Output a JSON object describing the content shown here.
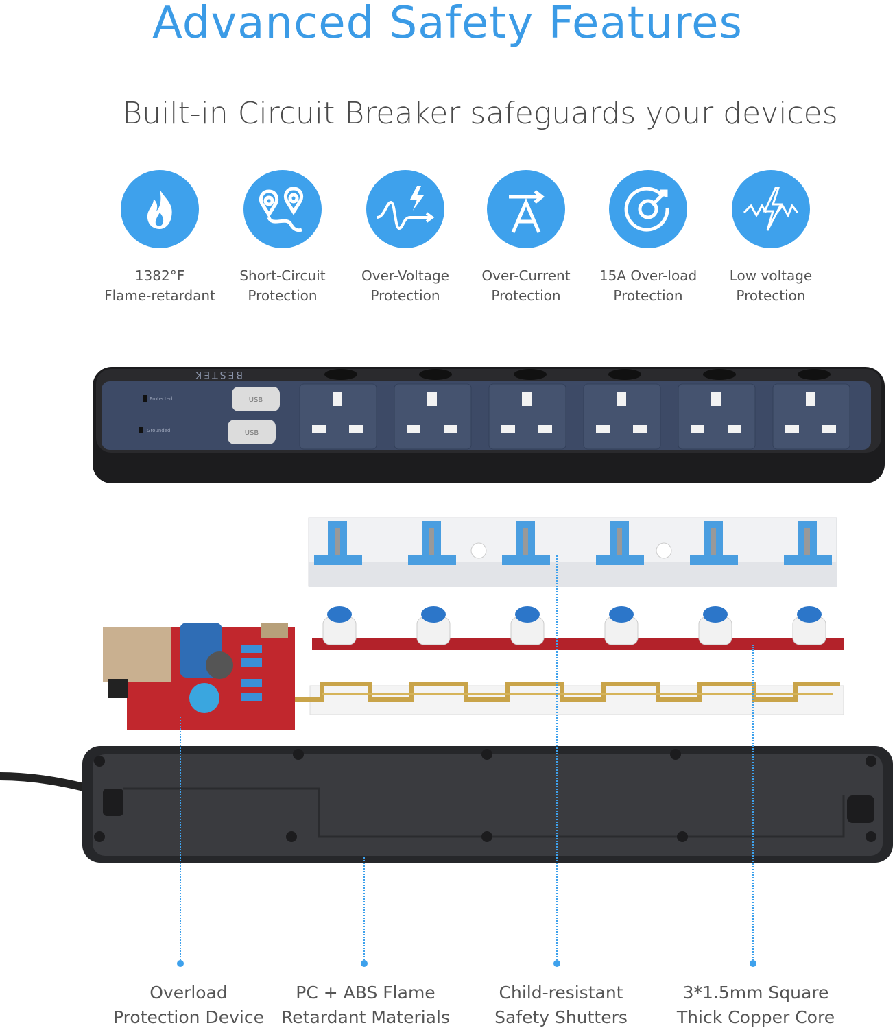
{
  "header": {
    "title": "Advanced Safety Features",
    "subtitle": "Built-in Circuit Breaker safeguards your devices"
  },
  "features": [
    {
      "icon": "flame-icon",
      "line1": "1382°F",
      "line2": "Flame-retardant"
    },
    {
      "icon": "short-circuit-icon",
      "line1": "Short-Circuit",
      "line2": "Protection"
    },
    {
      "icon": "over-voltage-icon",
      "line1": "Over-Voltage",
      "line2": "Protection"
    },
    {
      "icon": "over-current-icon",
      "line1": "Over-Current",
      "line2": "Protection"
    },
    {
      "icon": "overload-icon",
      "line1": "15A Over-load",
      "line2": "Protection"
    },
    {
      "icon": "low-voltage-icon",
      "line1": "Low voltage",
      "line2": "Protection"
    }
  ],
  "product": {
    "brand": "BESTEK",
    "usb_label": "USB",
    "indicator_1": "Protected",
    "indicator_2": "Grounded"
  },
  "callouts": [
    {
      "line1": "Overload",
      "line2": "Protection Device"
    },
    {
      "line1": "PC + ABS Flame",
      "line2": "Retardant Materials"
    },
    {
      "line1": "Child-resistant",
      "line2": "Safety Shutters"
    },
    {
      "line1": "3*1.5mm Square",
      "line2": "Thick Copper Core"
    }
  ],
  "colors": {
    "accent": "#3ea1ec",
    "panel": "#3d4a66",
    "body": "#1c1c1e"
  }
}
